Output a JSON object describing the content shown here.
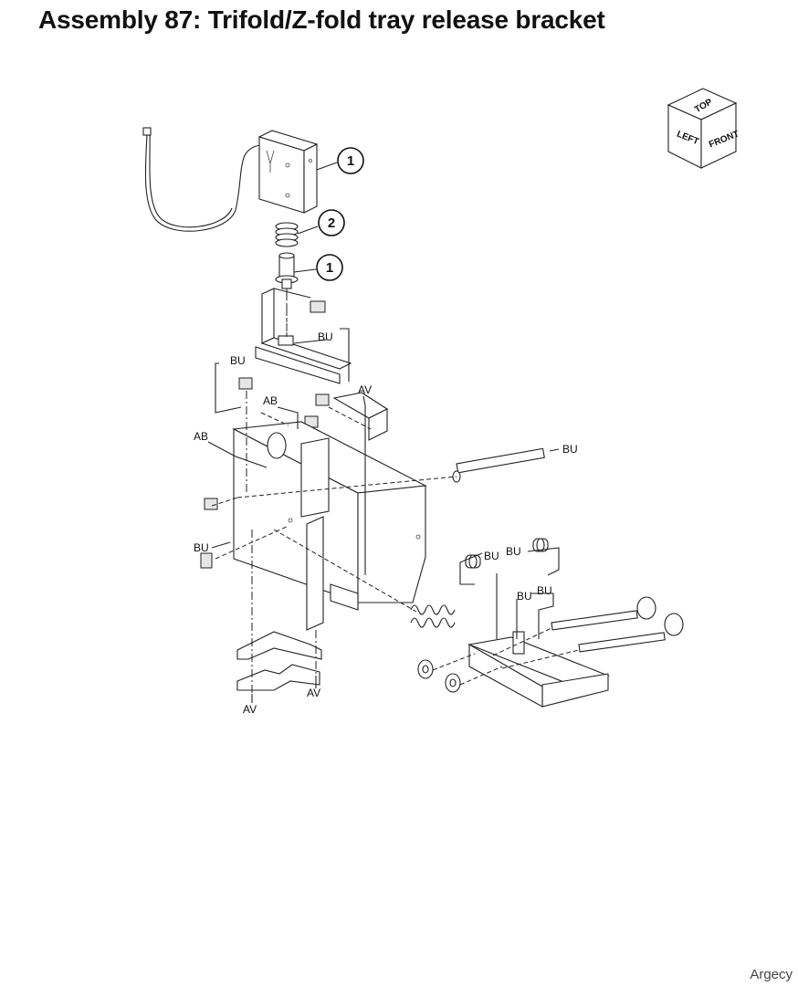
{
  "title": "Assembly 87: Trifold/Z-fold tray release bracket",
  "orientation_cube": {
    "top": "TOP",
    "left": "LEFT",
    "front": "FRONT"
  },
  "callouts": [
    "1",
    "2",
    "1"
  ],
  "labels": {
    "bu_1": "BU",
    "bu_2": "BU",
    "bu_3": "BU",
    "bu_4": "BU",
    "bu_5": "BU",
    "bu_6": "BU",
    "bu_7": "BU",
    "bu_8": "BU",
    "ab_1": "AB",
    "ab_2": "AB",
    "av_1": "AV",
    "av_2": "AV",
    "av_3": "AV"
  },
  "watermark": "Argecy"
}
